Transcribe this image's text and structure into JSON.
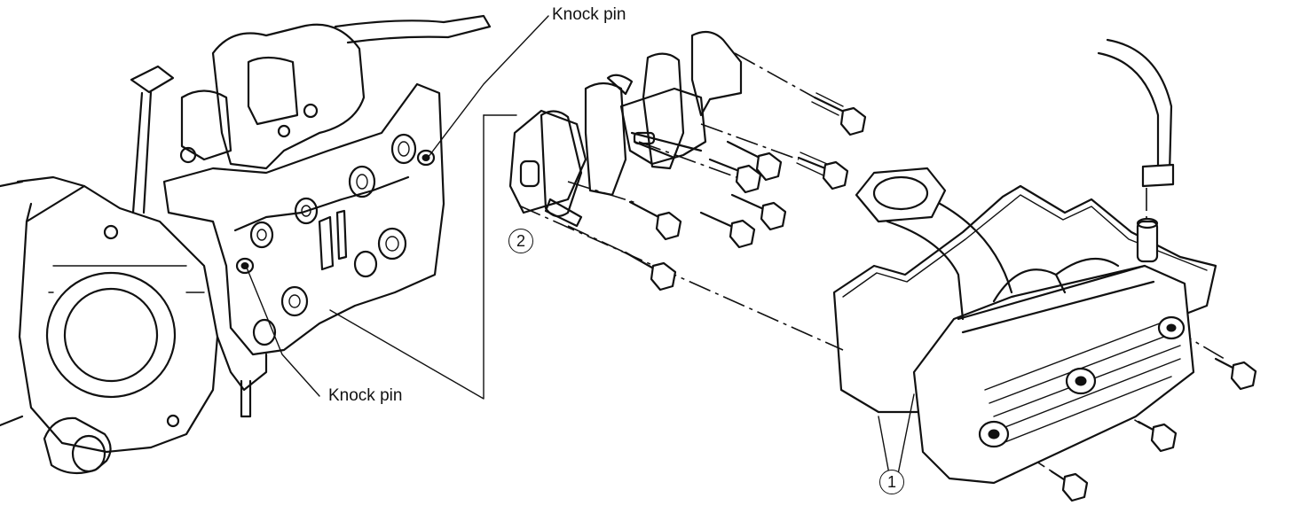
{
  "labels": {
    "knock_pin_top": "Knock pin",
    "knock_pin_bottom": "Knock pin"
  },
  "callouts": {
    "part_1": "1",
    "part_2": "2"
  },
  "colors": {
    "ink": "#111111",
    "background": "#ffffff"
  }
}
